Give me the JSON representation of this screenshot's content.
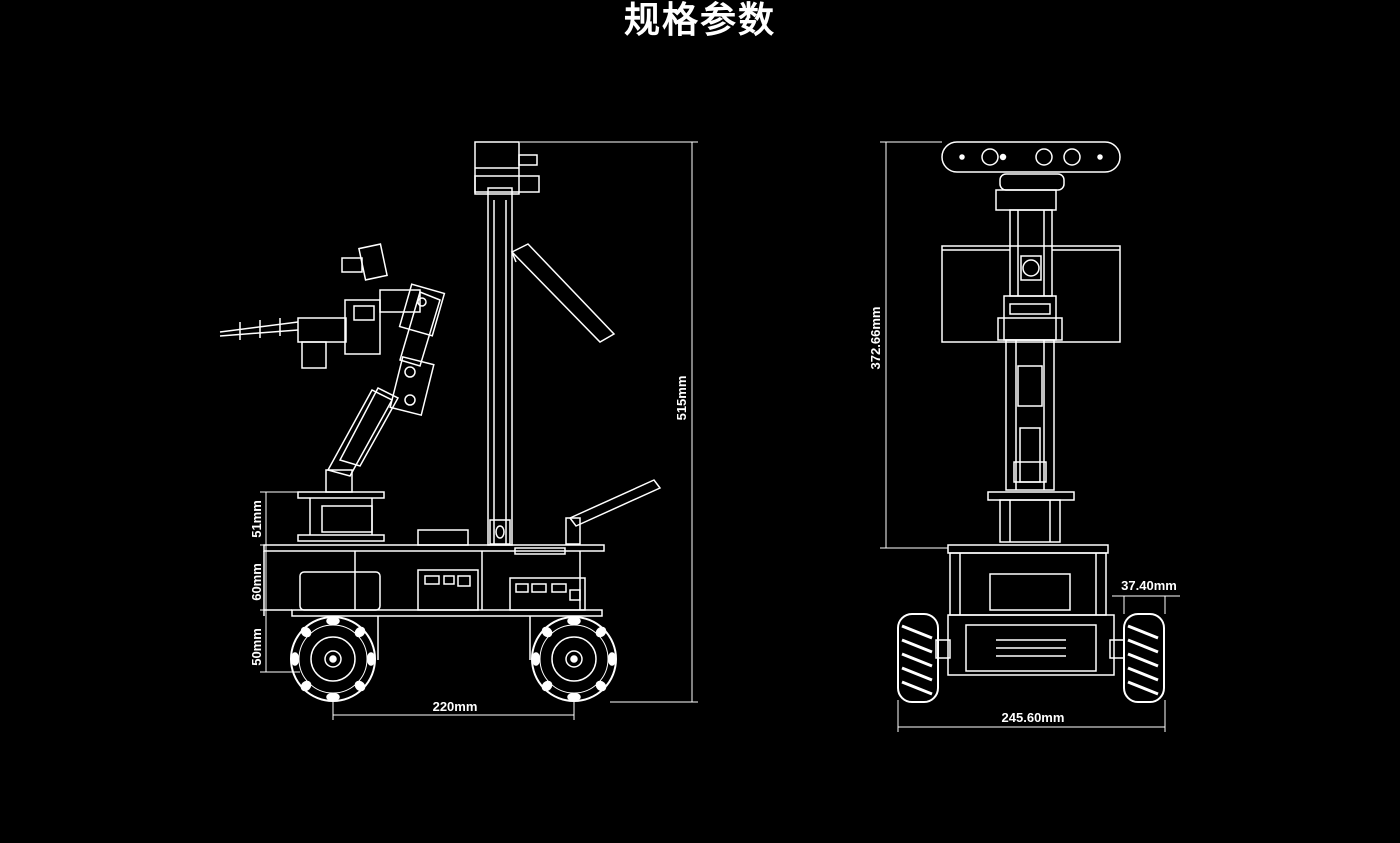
{
  "title": "规格参数",
  "side_view": {
    "dim_total_height": "515mm",
    "dim_upper_deck": "51mm",
    "dim_lower_deck": "60mm",
    "dim_wheel_height": "50mm",
    "dim_wheelbase": "220mm"
  },
  "front_view": {
    "dim_height": "372.66mm",
    "dim_width": "245.60mm",
    "dim_wheel_width": "37.40mm"
  }
}
